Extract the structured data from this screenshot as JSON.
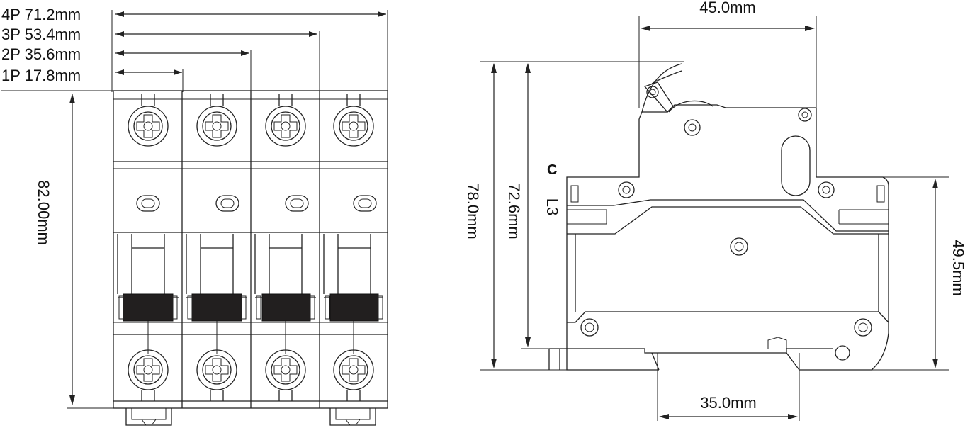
{
  "front_view": {
    "width_labels": [
      "4P 71.2mm",
      "3P 53.4mm",
      "2P 35.6mm",
      "1P 17.8mm"
    ],
    "height_label": "82.00mm"
  },
  "side_view": {
    "top_width": "45.0mm",
    "bottom_width": "35.0mm",
    "overall_height": "78.0mm",
    "inner_height": "72.6mm",
    "right_height": "49.5mm",
    "curve_label": "C",
    "line_label": "L3"
  },
  "colors": {
    "line": "#222222",
    "handle": "#221f1f",
    "background": "#ffffff"
  }
}
